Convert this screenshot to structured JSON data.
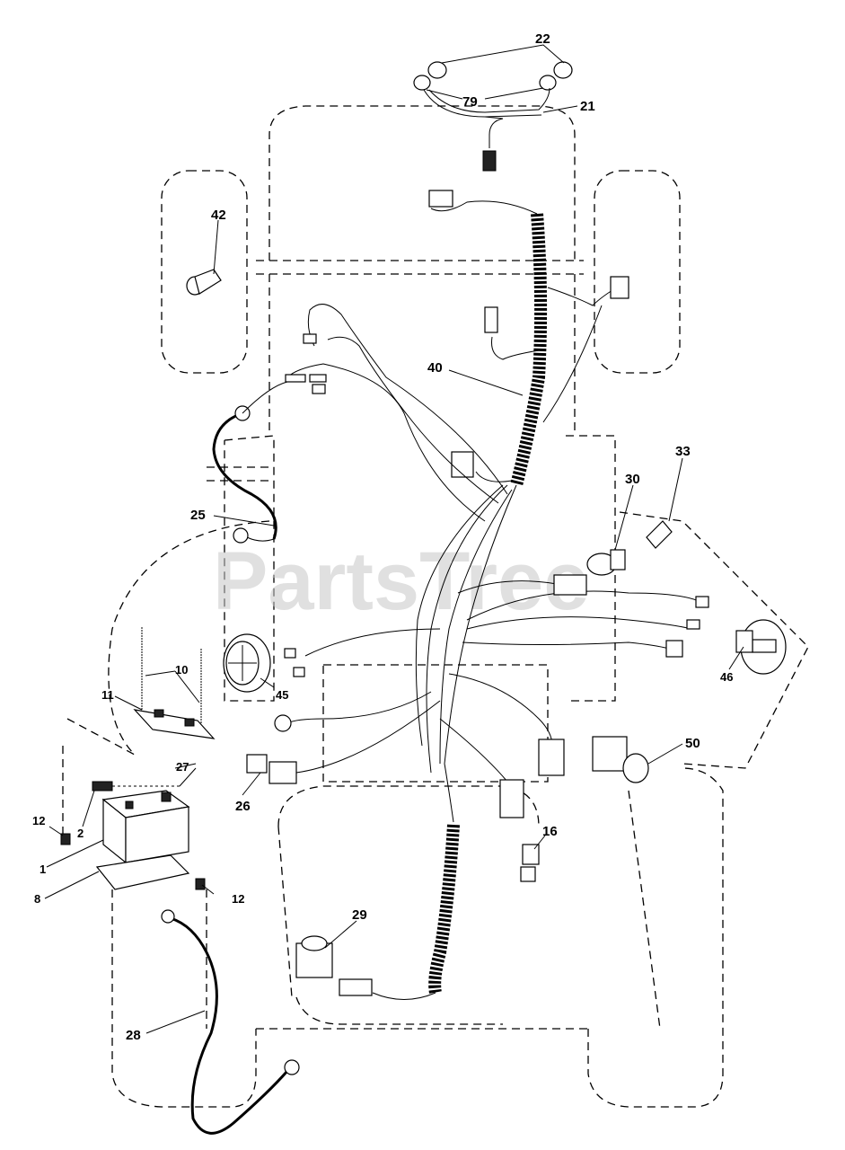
{
  "watermark": "PartsTree",
  "callouts": {
    "c22": "22",
    "c79": "79",
    "c21": "21",
    "c42": "42",
    "c40": "40",
    "c33": "33",
    "c30": "30",
    "c25": "25",
    "c10": "10",
    "c11": "11",
    "c45": "45",
    "c46": "46",
    "c27": "27",
    "c50": "50",
    "c26": "26",
    "c2": "2",
    "c12a": "12",
    "c12b": "12",
    "c1": "1",
    "c8": "8",
    "c16": "16",
    "c29": "29",
    "c28": "28"
  }
}
